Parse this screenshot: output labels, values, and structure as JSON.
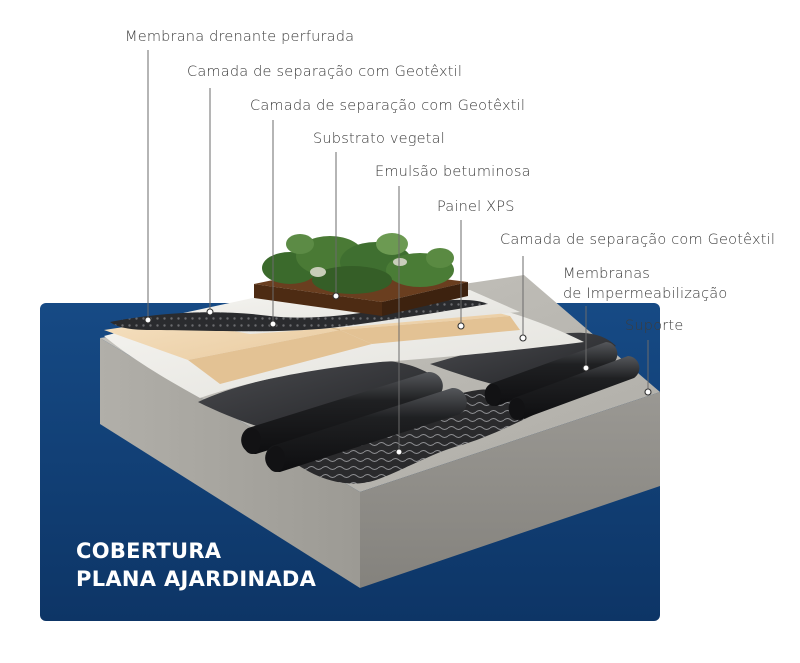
{
  "title": {
    "line1": "COBERTURA",
    "line2": "PLANA AJARDINADA"
  },
  "labels": [
    {
      "id": "membrana-drenante",
      "text": "Membrana drenante perfurada"
    },
    {
      "id": "geotextil-1",
      "text": "Camada de separação com Geotêxtil"
    },
    {
      "id": "geotextil-2",
      "text": "Camada de separação com Geotêxtil"
    },
    {
      "id": "substrato",
      "text": "Substrato vegetal"
    },
    {
      "id": "emulsao",
      "text": "Emulsão betuminosa"
    },
    {
      "id": "painel-xps",
      "text": "Painel XPS"
    },
    {
      "id": "geotextil-3",
      "text": "Camada de separação com Geotêxtil"
    },
    {
      "id": "membranas-1",
      "text": "Membranas"
    },
    {
      "id": "membranas-2",
      "text": "de Impermeabilização"
    },
    {
      "id": "suporte",
      "text": "Suporte"
    }
  ],
  "colors": {
    "panel": "#0f3e73",
    "concrete_top": "#b9b7b1",
    "concrete_front": "#a3a19b",
    "concrete_side": "#8f8d88",
    "membrane": "#2c2d30",
    "xps": "#f2d9b4",
    "geotextile": "#efeeea",
    "substrate": "#5a3419",
    "plants": "#3e6b2e"
  }
}
